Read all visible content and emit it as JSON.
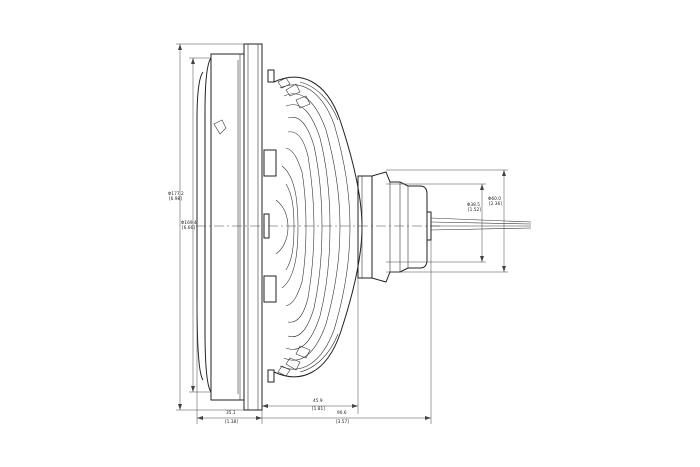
{
  "drawing": {
    "dimensions": {
      "overall_diameter": {
        "mm": "Φ177.2",
        "in": "[6.98]"
      },
      "lens_diameter": {
        "mm": "Φ169.4",
        "in": "[6.66]"
      },
      "connector_outer": {
        "mm": "Φ60.0",
        "in": "[2.36]"
      },
      "connector_inner": {
        "mm": "Φ38.5",
        "in": "[1.52]"
      },
      "lens_depth": {
        "mm": "35.1",
        "in": "[1.38]"
      },
      "body_depth": {
        "mm": "45.9",
        "in": "[1.81]"
      },
      "overall_depth": {
        "mm": "90.6",
        "in": "[3.57]"
      }
    }
  }
}
